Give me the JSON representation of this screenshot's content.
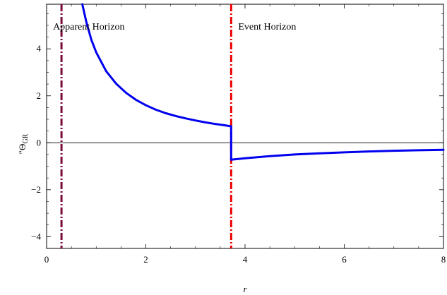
{
  "chart_data": {
    "type": "line",
    "title": "",
    "xlabel": "r",
    "ylabel_prefix": "″Θ",
    "ylabel_sub": "GR",
    "xlim": [
      0,
      8
    ],
    "ylim": [
      -4.5,
      5.9
    ],
    "x_ticks": [
      0,
      2,
      4,
      6,
      8
    ],
    "x_tick_labels": [
      "0",
      "2",
      "4",
      "6",
      "8"
    ],
    "y_ticks": [
      -4,
      -2,
      0,
      2,
      4
    ],
    "y_tick_labels": [
      "−4",
      "−2",
      "0",
      "2",
      "4"
    ],
    "grid": false,
    "zero_line": true,
    "series": [
      {
        "color": "#0000ee",
        "segments": [
          {
            "x": [
              0.72,
              0.8,
              0.9,
              1.0,
              1.2,
              1.4,
              1.6,
              1.8,
              2.0,
              2.2,
              2.4,
              2.6,
              2.8,
              3.0,
              3.2,
              3.4,
              3.6,
              3.72
            ],
            "y": [
              5.9,
              5.15,
              4.4,
              3.85,
              3.05,
              2.52,
              2.13,
              1.83,
              1.6,
              1.41,
              1.26,
              1.14,
              1.04,
              0.95,
              0.87,
              0.8,
              0.74,
              0.7
            ]
          },
          {
            "x": [
              3.72,
              3.72
            ],
            "y": [
              0.7,
              -0.72
            ]
          },
          {
            "x": [
              3.72,
              4.0,
              4.5,
              5.0,
              5.5,
              6.0,
              6.5,
              7.0,
              7.5,
              8.0
            ],
            "y": [
              -0.72,
              -0.66,
              -0.57,
              -0.5,
              -0.45,
              -0.41,
              -0.37,
              -0.34,
              -0.32,
              -0.3
            ]
          }
        ]
      }
    ],
    "annotations": [
      {
        "text": "Apparent Horizon",
        "x": 0.3,
        "color": "#7a0a3c"
      },
      {
        "text": "Event Horizon",
        "x": 3.72,
        "color": "#ee0000"
      }
    ]
  }
}
